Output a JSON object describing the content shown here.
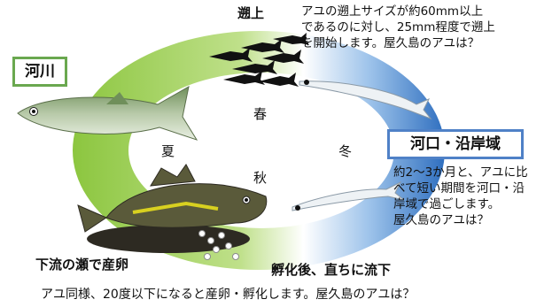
{
  "labels": {
    "river": "河川",
    "coast": "河口・沿岸域",
    "upstream": "遡上",
    "spawning": "下流の瀬で産卵",
    "hatching": "孵化後、直ちに流下"
  },
  "seasons": {
    "spring": "春",
    "summer": "夏",
    "autumn": "秋",
    "winter": "冬"
  },
  "notes": {
    "upstream": [
      "アユの遡上サイズが約60mm以上",
      "であるのに対し、25mm程度で遡上",
      "を開始します。屋久島のアユは？"
    ],
    "coast": [
      "約2～3か月と、アユに比",
      "べて短い期間を河口・沿",
      "岸域で過ごします。",
      "屋久島のアユは？"
    ],
    "bottom": "アユ同様、20度以下になると産卵・孵化します。屋久島のアユは？"
  },
  "colors": {
    "ring_green": "#8cc63f",
    "ring_blue": "#2f6fbf",
    "river_border": "#6aa84f",
    "coast_border": "#4f81c7"
  }
}
